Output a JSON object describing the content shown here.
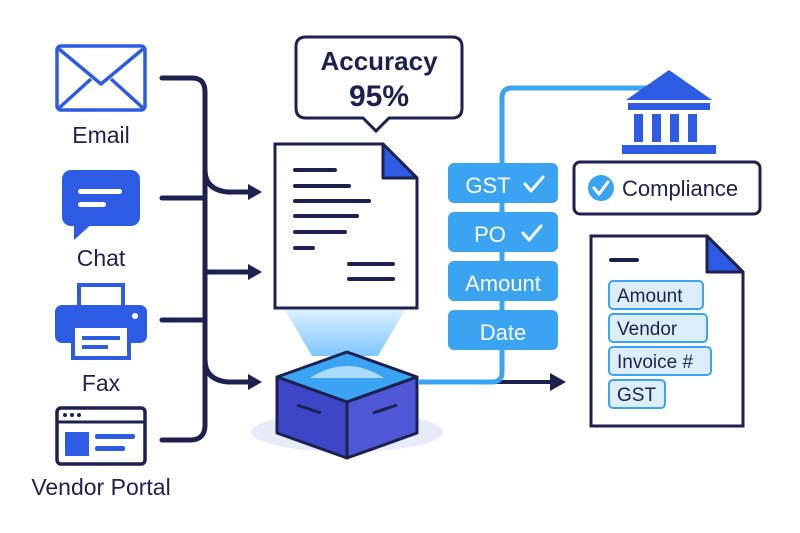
{
  "sources": {
    "email": "Email",
    "chat": "Chat",
    "fax": "Fax",
    "vendor_portal": "Vendor Portal"
  },
  "accuracy": {
    "label": "Accuracy",
    "value": "95%"
  },
  "checks": {
    "gst": "GST",
    "po": "PO",
    "amount": "Amount",
    "date": "Date"
  },
  "compliance": {
    "label": "Compliance"
  },
  "output_fields": {
    "amount": "Amount",
    "vendor": "Vendor",
    "invoice": "Invoice #",
    "gst": "GST"
  },
  "colors": {
    "navy": "#1c2150",
    "primary_blue": "#2d5be3",
    "light_blue": "#3aa4f2",
    "indigo": "#3d46c7",
    "field_fill": "#dceefc"
  },
  "icons": [
    "envelope-icon",
    "chat-bubble-icon",
    "fax-printer-icon",
    "browser-window-icon",
    "bank-building-icon",
    "check-circle-icon",
    "document-icon",
    "processing-box-icon"
  ]
}
